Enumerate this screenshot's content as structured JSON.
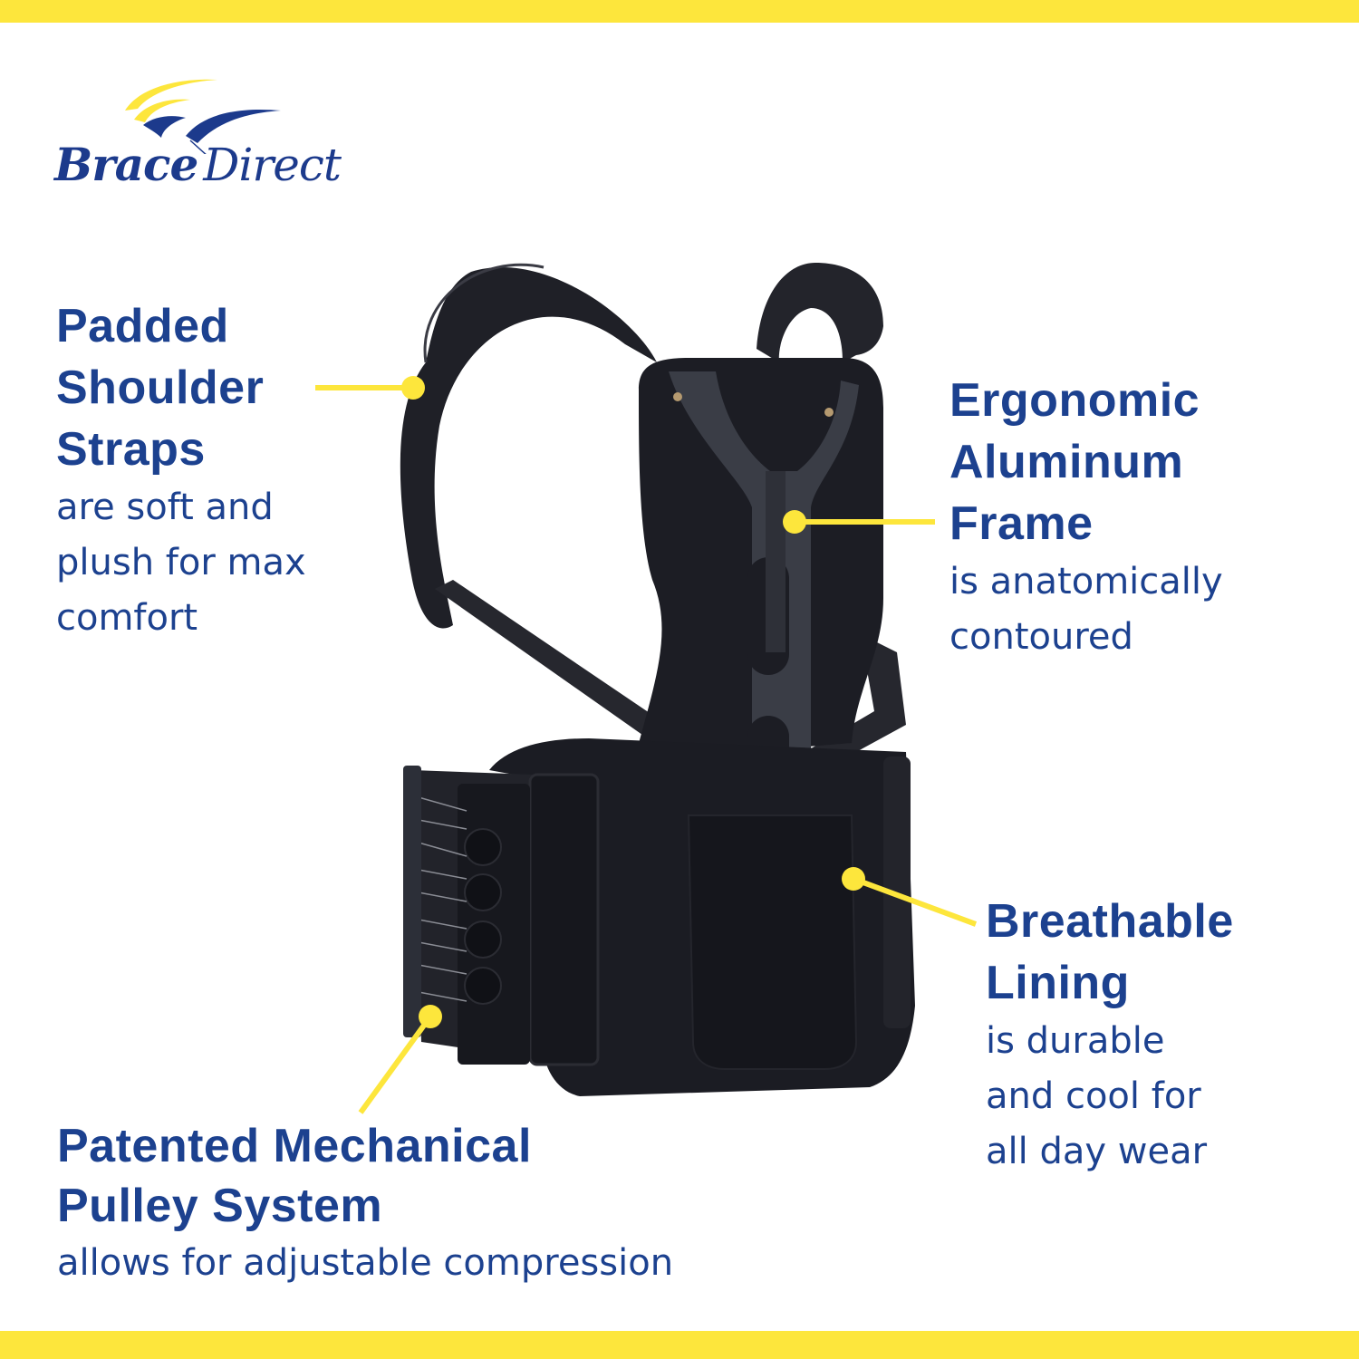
{
  "brand": {
    "logo_word1": "Brace",
    "logo_word2": "Direct",
    "colors": {
      "accent_yellow": "#fde63c",
      "text_blue": "#1c418f",
      "logo_blue": "#1c3a8c",
      "product_black": "#1e1f26"
    }
  },
  "features": [
    {
      "heading_lines": [
        "Padded",
        "Shoulder",
        "Straps"
      ],
      "description_lines": [
        "are soft and",
        "plush for max",
        "comfort"
      ]
    },
    {
      "heading_lines": [
        "Ergonomic",
        "Aluminum",
        "Frame"
      ],
      "description_lines": [
        "is anatomically",
        "contoured"
      ]
    },
    {
      "heading_lines": [
        "Breathable",
        "Lining"
      ],
      "description_lines": [
        "is durable",
        "and cool for",
        "all day wear"
      ]
    },
    {
      "heading_lines": [
        "Patented Mechanical",
        "Pulley System"
      ],
      "description_lines": [
        "allows for adjustable compression"
      ]
    }
  ],
  "product": {
    "name": "back-brace-product-photo"
  }
}
